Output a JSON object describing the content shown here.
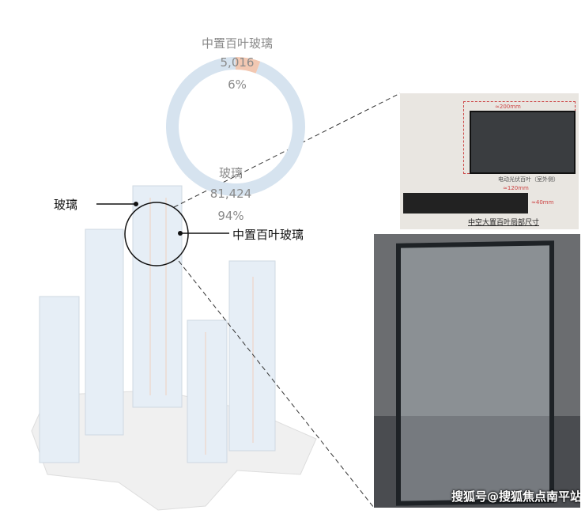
{
  "chart_data": {
    "type": "pie",
    "style": "donut",
    "series": [
      {
        "name": "中置百叶玻璃",
        "value": 5016,
        "value_label": "5,016",
        "percent_label": "6%",
        "color": "#f2c8b2"
      },
      {
        "name": "玻璃",
        "value": 81424,
        "value_label": "81,424",
        "percent_label": "94%",
        "color": "#d6e3ef"
      }
    ]
  },
  "callouts": {
    "glass": "玻璃",
    "blind_glass": "中置百叶玻璃"
  },
  "photo_top": {
    "caption": "中空大置百叶局部尺寸",
    "dim_width": "≈200mm",
    "dim_note": "电动光伏百叶（室外侧）",
    "dim_depth": "≈120mm",
    "dim_height": "≈40mm"
  },
  "watermark": "搜狐号@搜狐焦点南平站"
}
